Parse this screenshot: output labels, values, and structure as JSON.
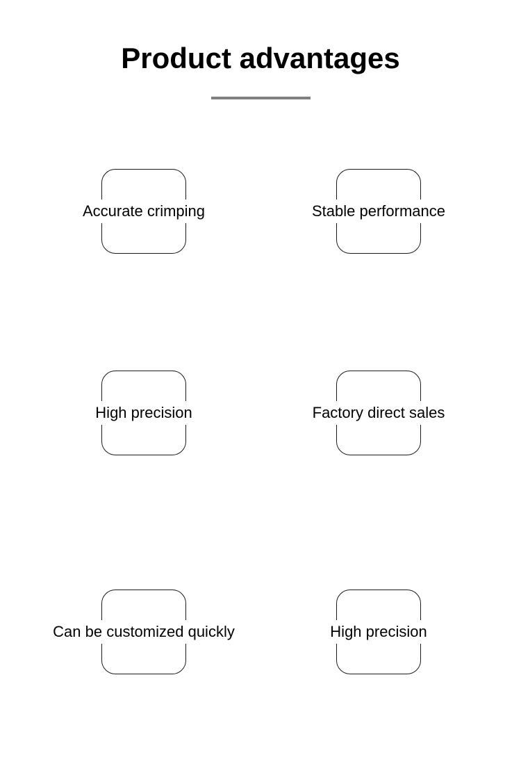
{
  "header": {
    "title": "Product advantages",
    "divider_color": "#808080"
  },
  "theme": {
    "background": "#ffffff",
    "text_color": "#000000",
    "box_border_color": "#1a1a1a",
    "divider_color": "#808080"
  },
  "advantages": [
    {
      "label": "Accurate crimping"
    },
    {
      "label": "Stable performance"
    },
    {
      "label": "High precision"
    },
    {
      "label": "Factory direct sales"
    },
    {
      "label": "Can be customized quickly"
    },
    {
      "label": "High precision"
    }
  ]
}
